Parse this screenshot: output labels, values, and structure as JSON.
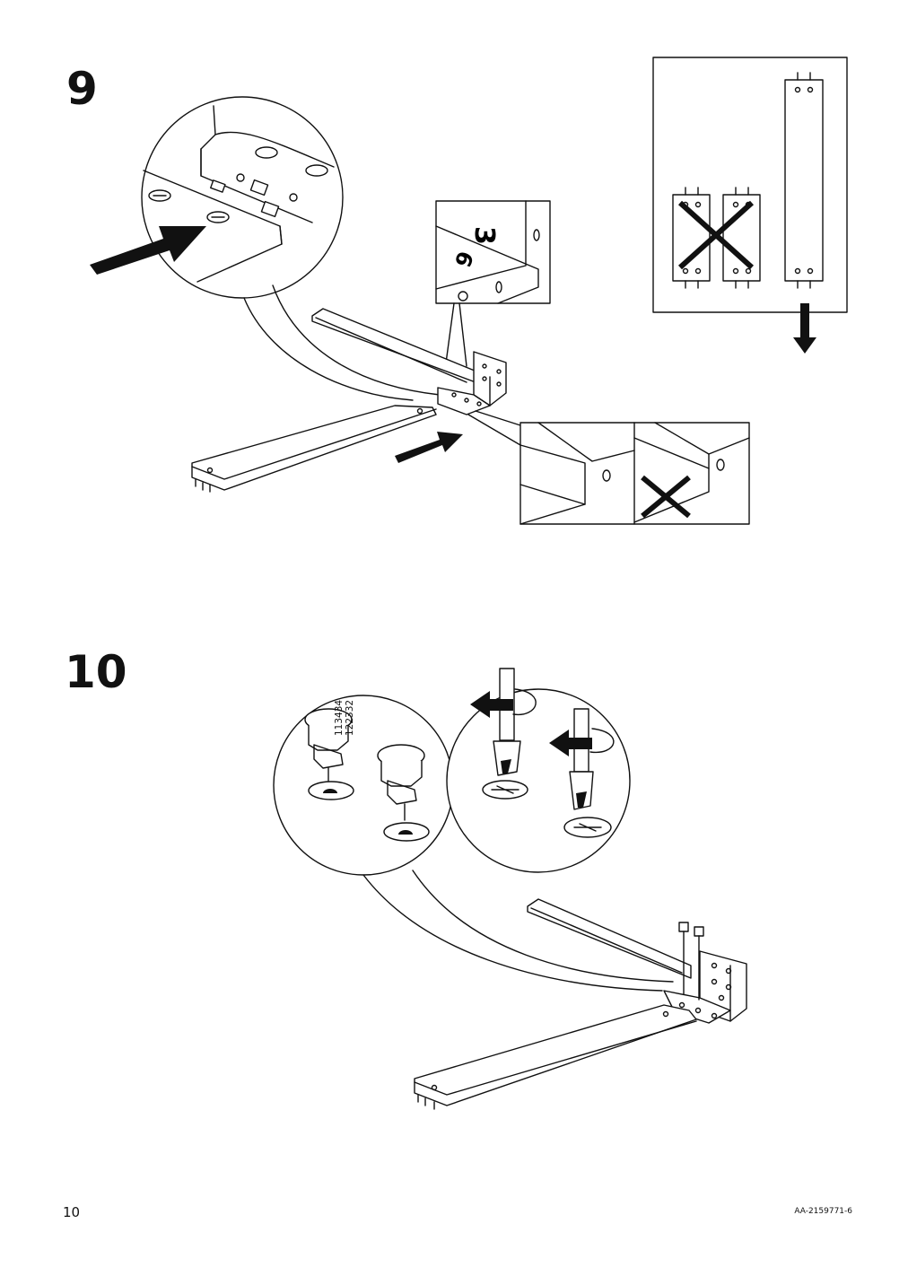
{
  "steps": [
    {
      "number": "9"
    },
    {
      "number": "10"
    }
  ],
  "part_codes": [
    "113434",
    "122332"
  ],
  "footer": {
    "page_number": "10",
    "document_code": "AA-2159771-6"
  },
  "icons": [
    "push-arrow-icon",
    "down-arrow-icon",
    "wrong-cross-icon",
    "rotate-clockwise-icon",
    "screwdriver-icon",
    "cam-lock-icon"
  ]
}
